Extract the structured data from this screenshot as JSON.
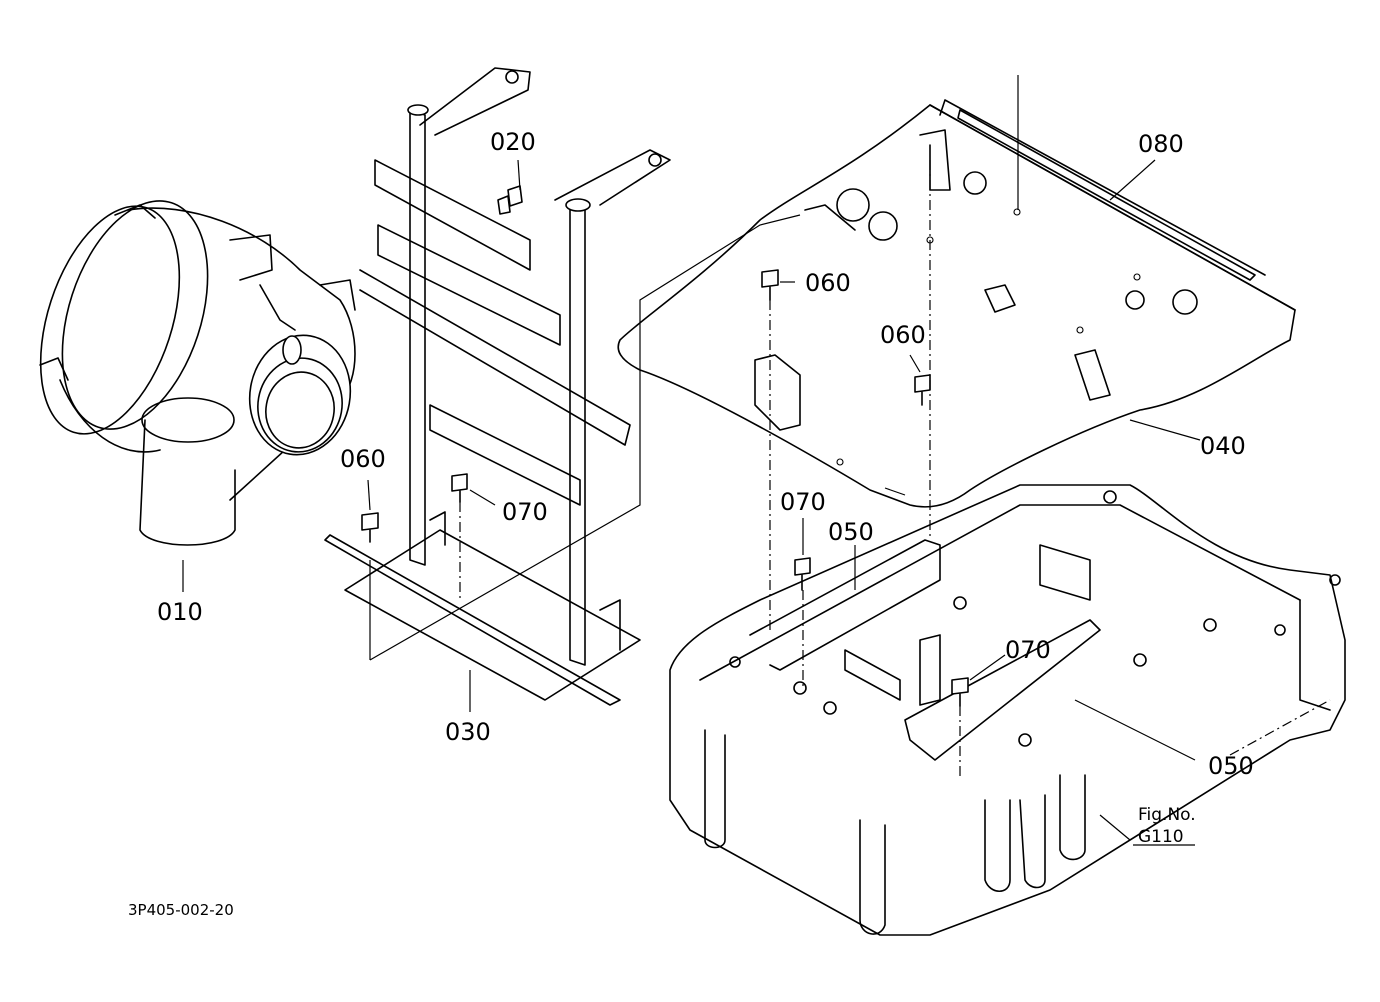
{
  "labels": {
    "p010": "010",
    "p020": "020",
    "p030": "030",
    "p040": "040",
    "p050a": "050",
    "p050b": "050",
    "p060a": "060",
    "p060b": "060",
    "p060c": "060",
    "p070a": "070",
    "p070b": "070",
    "p070c": "070",
    "p080": "080"
  },
  "figref": {
    "line1": "Fig.No.",
    "line2": "G110"
  },
  "drawing_code": "3P405-002-20"
}
